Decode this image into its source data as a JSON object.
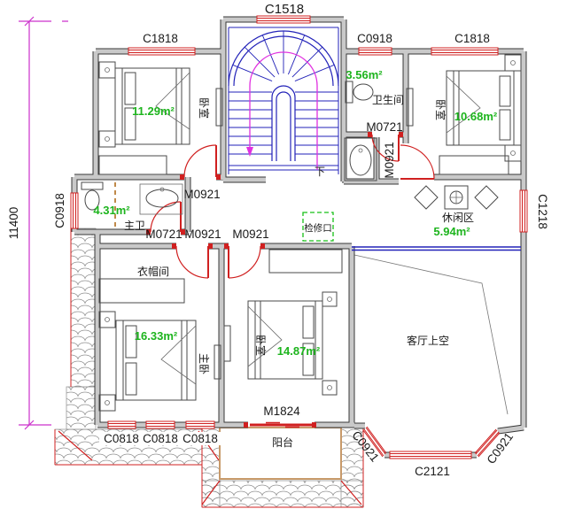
{
  "dimensions": {
    "left_total": "11400"
  },
  "window_labels": {
    "c1518": "C1518",
    "c1818_top_left": "C1818",
    "c0918_top": "C0918",
    "c1818_top_right": "C1818",
    "c0918_left": "C0918",
    "c1218_right": "C1218",
    "c0818_1": "C0818",
    "c0818_2": "C0818",
    "c0818_3": "C0818",
    "c0921_bay_left": "C0921",
    "c2121_bay": "C2121",
    "c0921_bay_right": "C0921"
  },
  "door_labels": {
    "m0921_top_left_bedroom": "M0921",
    "m0721_master_bath": "M0721",
    "m0921_cloakroom": "M0921",
    "m0921_middle_bedroom": "M0921",
    "m0721_bathroom": "M0721",
    "m0921_top_right_bedroom": "M0921",
    "m1824_balcony": "M1824"
  },
  "rooms": {
    "bedroom_top_left": {
      "name": "卧室",
      "area": "11.29m²"
    },
    "bathroom": {
      "name": "卫生间",
      "area": "3.56m²"
    },
    "bedroom_top_right": {
      "name": "卧室",
      "area": "10.68m²"
    },
    "master_bathroom": {
      "name": "主卫",
      "area": "4.31m²"
    },
    "leisure_area": {
      "name": "休闲区",
      "area": "5.94m²"
    },
    "cloakroom": {
      "name": "衣帽间"
    },
    "master_bedroom": {
      "name": "主卧",
      "area": "16.33m²"
    },
    "bedroom_middle": {
      "name": "卧室",
      "area": "14.87m²"
    },
    "living_room_void": {
      "name": "客厅上空"
    },
    "balcony": {
      "name": "阳台"
    }
  },
  "annotations": {
    "stair_direction": "下",
    "access_hatch": "检修口"
  },
  "colors": {
    "wall_core": "#c9c9c9",
    "wall_edge": "#383838",
    "window_red": "#d02020",
    "stair_blue": "#2222b8",
    "guide_magenta": "#e030e0",
    "dimension_magenta": "#cc30cc",
    "area_green": "#1db41d",
    "access_green": "#18c018",
    "roof_tan": "#c89a6a"
  }
}
